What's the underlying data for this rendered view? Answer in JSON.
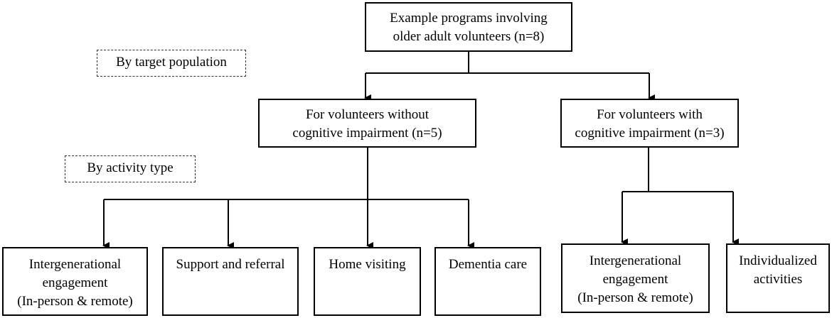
{
  "root": {
    "lines": [
      "Example programs involving",
      "older adult volunteers (n=8)"
    ]
  },
  "group_labels": {
    "target_population": "By target population",
    "activity_type": "By activity type"
  },
  "populations": {
    "without": {
      "lines": [
        "For volunteers without",
        "cognitive impairment (n=5)"
      ]
    },
    "with": {
      "lines": [
        "For volunteers with",
        "cognitive impairment (n=3)"
      ]
    }
  },
  "activities_without": [
    {
      "lines": [
        "Intergenerational",
        "engagement",
        "(In-person & remote)"
      ]
    },
    {
      "lines": [
        "Support and referral"
      ]
    },
    {
      "lines": [
        "Home visiting"
      ]
    },
    {
      "lines": [
        "Dementia care"
      ]
    }
  ],
  "activities_with": [
    {
      "lines": [
        "Intergenerational",
        "engagement",
        "(In-person & remote)"
      ]
    },
    {
      "lines": [
        "Individualized",
        "activities"
      ]
    }
  ]
}
